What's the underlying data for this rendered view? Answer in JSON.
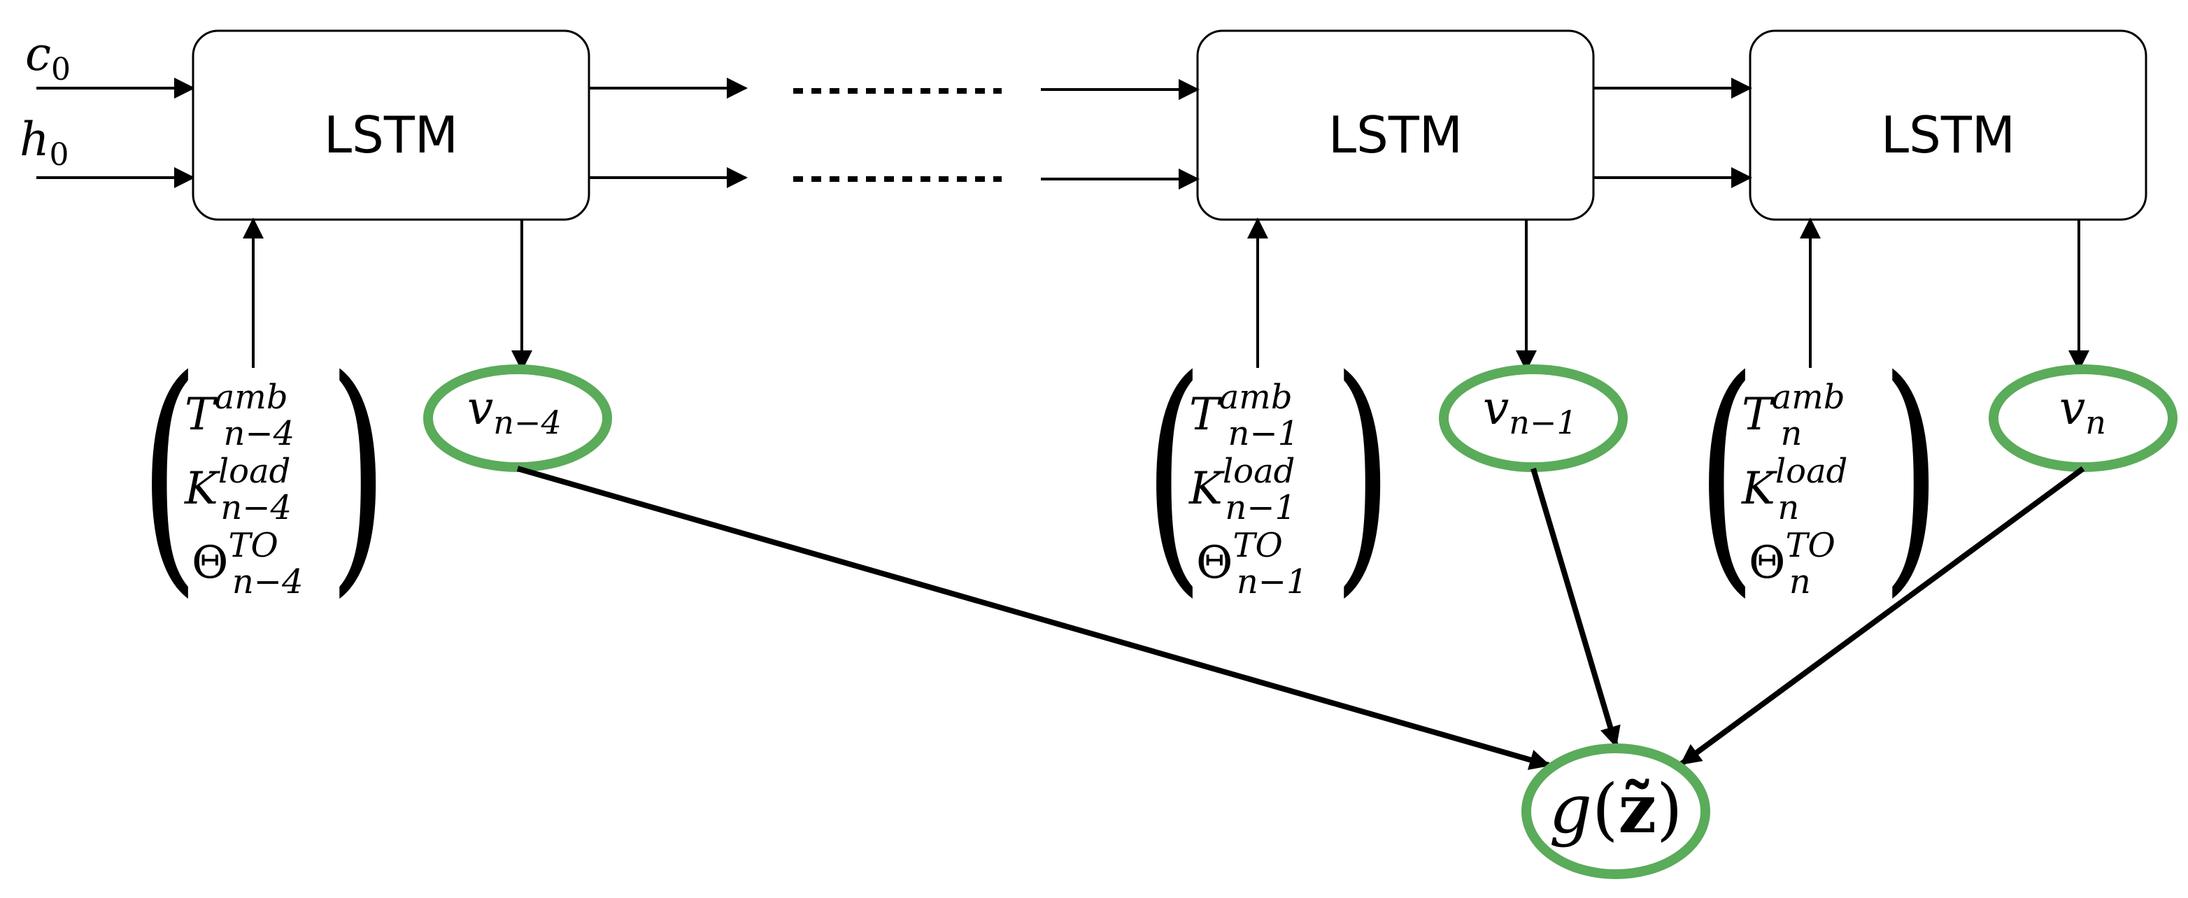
{
  "initial_states": {
    "cell": {
      "base": "c",
      "sub": "0"
    },
    "hidden": {
      "base": "h",
      "sub": "0"
    }
  },
  "cells": [
    {
      "label": "LSTM",
      "inputs": {
        "temp": {
          "base": "T",
          "sup": "amb",
          "sub": "n−4"
        },
        "load": {
          "base": "K",
          "sup": "load",
          "sub": "n−4"
        },
        "theta": {
          "base": "Θ",
          "sup": "TO",
          "sub": "n−4"
        }
      },
      "output": {
        "base": "v",
        "sub": "n−4"
      }
    },
    {
      "label": "LSTM",
      "inputs": {
        "temp": {
          "base": "T",
          "sup": "amb",
          "sub": "n−1"
        },
        "load": {
          "base": "K",
          "sup": "load",
          "sub": "n−1"
        },
        "theta": {
          "base": "Θ",
          "sup": "TO",
          "sub": "n−1"
        }
      },
      "output": {
        "base": "v",
        "sub": "n−1"
      }
    },
    {
      "label": "LSTM",
      "inputs": {
        "temp": {
          "base": "T",
          "sup": "amb",
          "sub": "n"
        },
        "load": {
          "base": "K",
          "sup": "load",
          "sub": "n"
        },
        "theta": {
          "base": "Θ",
          "sup": "TO",
          "sub": "n"
        }
      },
      "output": {
        "base": "v",
        "sub": "n"
      }
    }
  ],
  "aggregate": {
    "fn": "g",
    "open": "(",
    "arg": "z̃",
    "close": ")"
  },
  "colors": {
    "node_stroke": "#5aab5a",
    "line": "#000000",
    "box_fill": "#ffffff"
  }
}
